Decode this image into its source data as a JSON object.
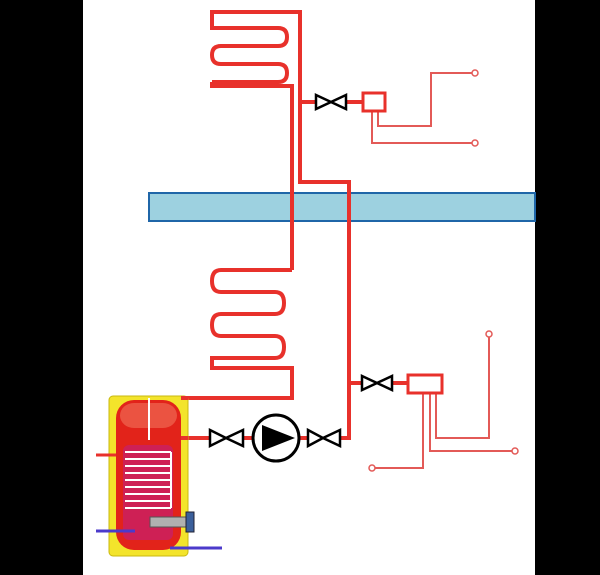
{
  "colors": {
    "background_border": "#000000",
    "canvas": "#ffffff",
    "pipe_red": "#e8312b",
    "pipe_thin": "#e35a57",
    "floor_fill": "#9dd1e0",
    "floor_stroke": "#1f66a8",
    "tank_outer": "#f3e42b",
    "tank_inner": "#e2231a",
    "tank_hot_top": "#f27c63",
    "coil": "#ffffff",
    "coil_bg": "#c6206f",
    "inlet_blue": "#4b3acb",
    "valve_stroke": "#000000",
    "pump_stroke": "#000000"
  },
  "components": {
    "upper_radiator": "serpentine-pipe-coil",
    "lower_radiator": "serpentine-pipe-coil",
    "floor_slab": "floor-slab",
    "upper_valve": "bowtie-valve-icon",
    "lower_valve": "bowtie-valve-icon",
    "pump_valve_left": "bowtie-valve-icon",
    "pump_valve_right": "bowtie-valve-icon",
    "pump": "circulation-pump-icon",
    "upper_thermostat": "thermostat-icon",
    "lower_thermostat": "thermostat-icon",
    "tank": "hot-water-tank-icon"
  }
}
